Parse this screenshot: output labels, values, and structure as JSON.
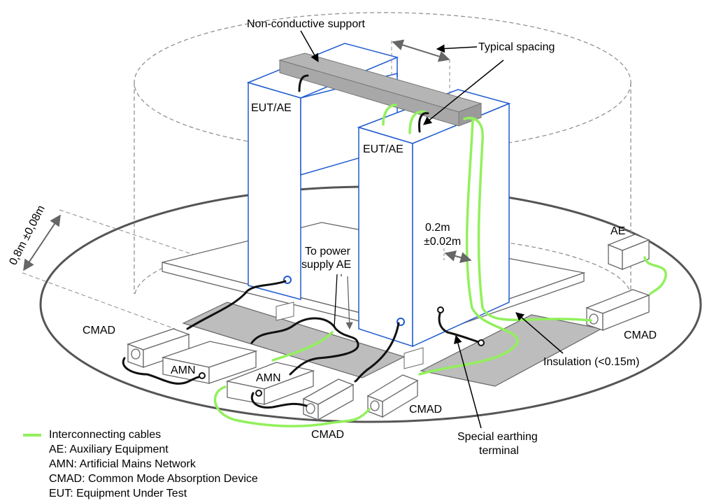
{
  "colors": {
    "box_edge": "#1f5bd0",
    "green_cable": "#92f05c",
    "black_cable": "#111111",
    "grey_fill": "#bdbdbd",
    "dark_grey_fill": "#a8a8a8",
    "ground_ring": "#555555",
    "dashed": "#8a8a8a",
    "device_edge": "#555555"
  },
  "labels": {
    "non_conductive_support": "Non-conductive support",
    "typical_spacing": "Typical spacing",
    "eut_ae_left": "EUT/AE",
    "eut_ae_right": "EUT/AE",
    "height": "0,8m ±0,08m",
    "to_power_1": "To power",
    "to_power_2": "supply AE",
    "spacing_02_1": "0.2m",
    "spacing_02_2": "±0.02m",
    "ae": "AE",
    "cmad_left": "CMAD",
    "cmad_right": "CMAD",
    "cmad_bottom_mid": "CMAD",
    "cmad_bottom_right": "CMAD",
    "amn_left": "AMN",
    "amn_mid": "AMN",
    "insulation": "Insulation (<0.15m)",
    "earthing_1": "Special earthing",
    "earthing_2": "terminal"
  },
  "legend": {
    "interconnecting": "Interconnecting cables",
    "ae": "AE: Auxiliary Equipment",
    "amn": "AMN: Artificial Mains Network",
    "cmad": "CMAD: Common Mode Absorption Device",
    "eut": "EUT: Equipment Under Test"
  }
}
